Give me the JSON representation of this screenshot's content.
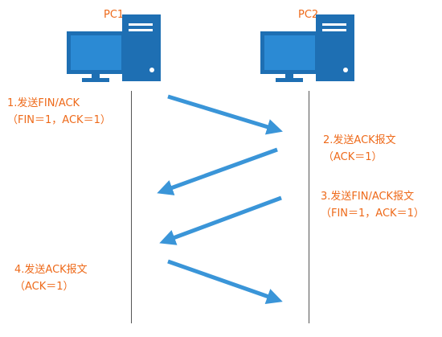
{
  "pc1": {
    "label": "PC1"
  },
  "pc2": {
    "label": "PC2"
  },
  "steps": [
    {
      "line1": "1.发送FIN/ACK",
      "line2": "（FIN＝1，ACK＝1）",
      "direction": "pc1-to-pc2"
    },
    {
      "line1": "2.发送ACK报文",
      "line2": "（ACK＝1）",
      "direction": "pc2-to-pc1"
    },
    {
      "line1": "3.发送FIN/ACK报文",
      "line2": "（FIN＝1，ACK＝1）",
      "direction": "pc2-to-pc1"
    },
    {
      "line1": "4.发送ACK报文",
      "line2": "（ACK＝1）",
      "direction": "pc1-to-pc2"
    }
  ],
  "colors": {
    "text": "#ee6a1a",
    "arrow": "#3a95d8",
    "computer": "#1e6fb3",
    "screen": "#2b8ad4",
    "line": "#555555"
  },
  "icons": [
    "desktop-computer-icon",
    "desktop-computer-icon"
  ]
}
